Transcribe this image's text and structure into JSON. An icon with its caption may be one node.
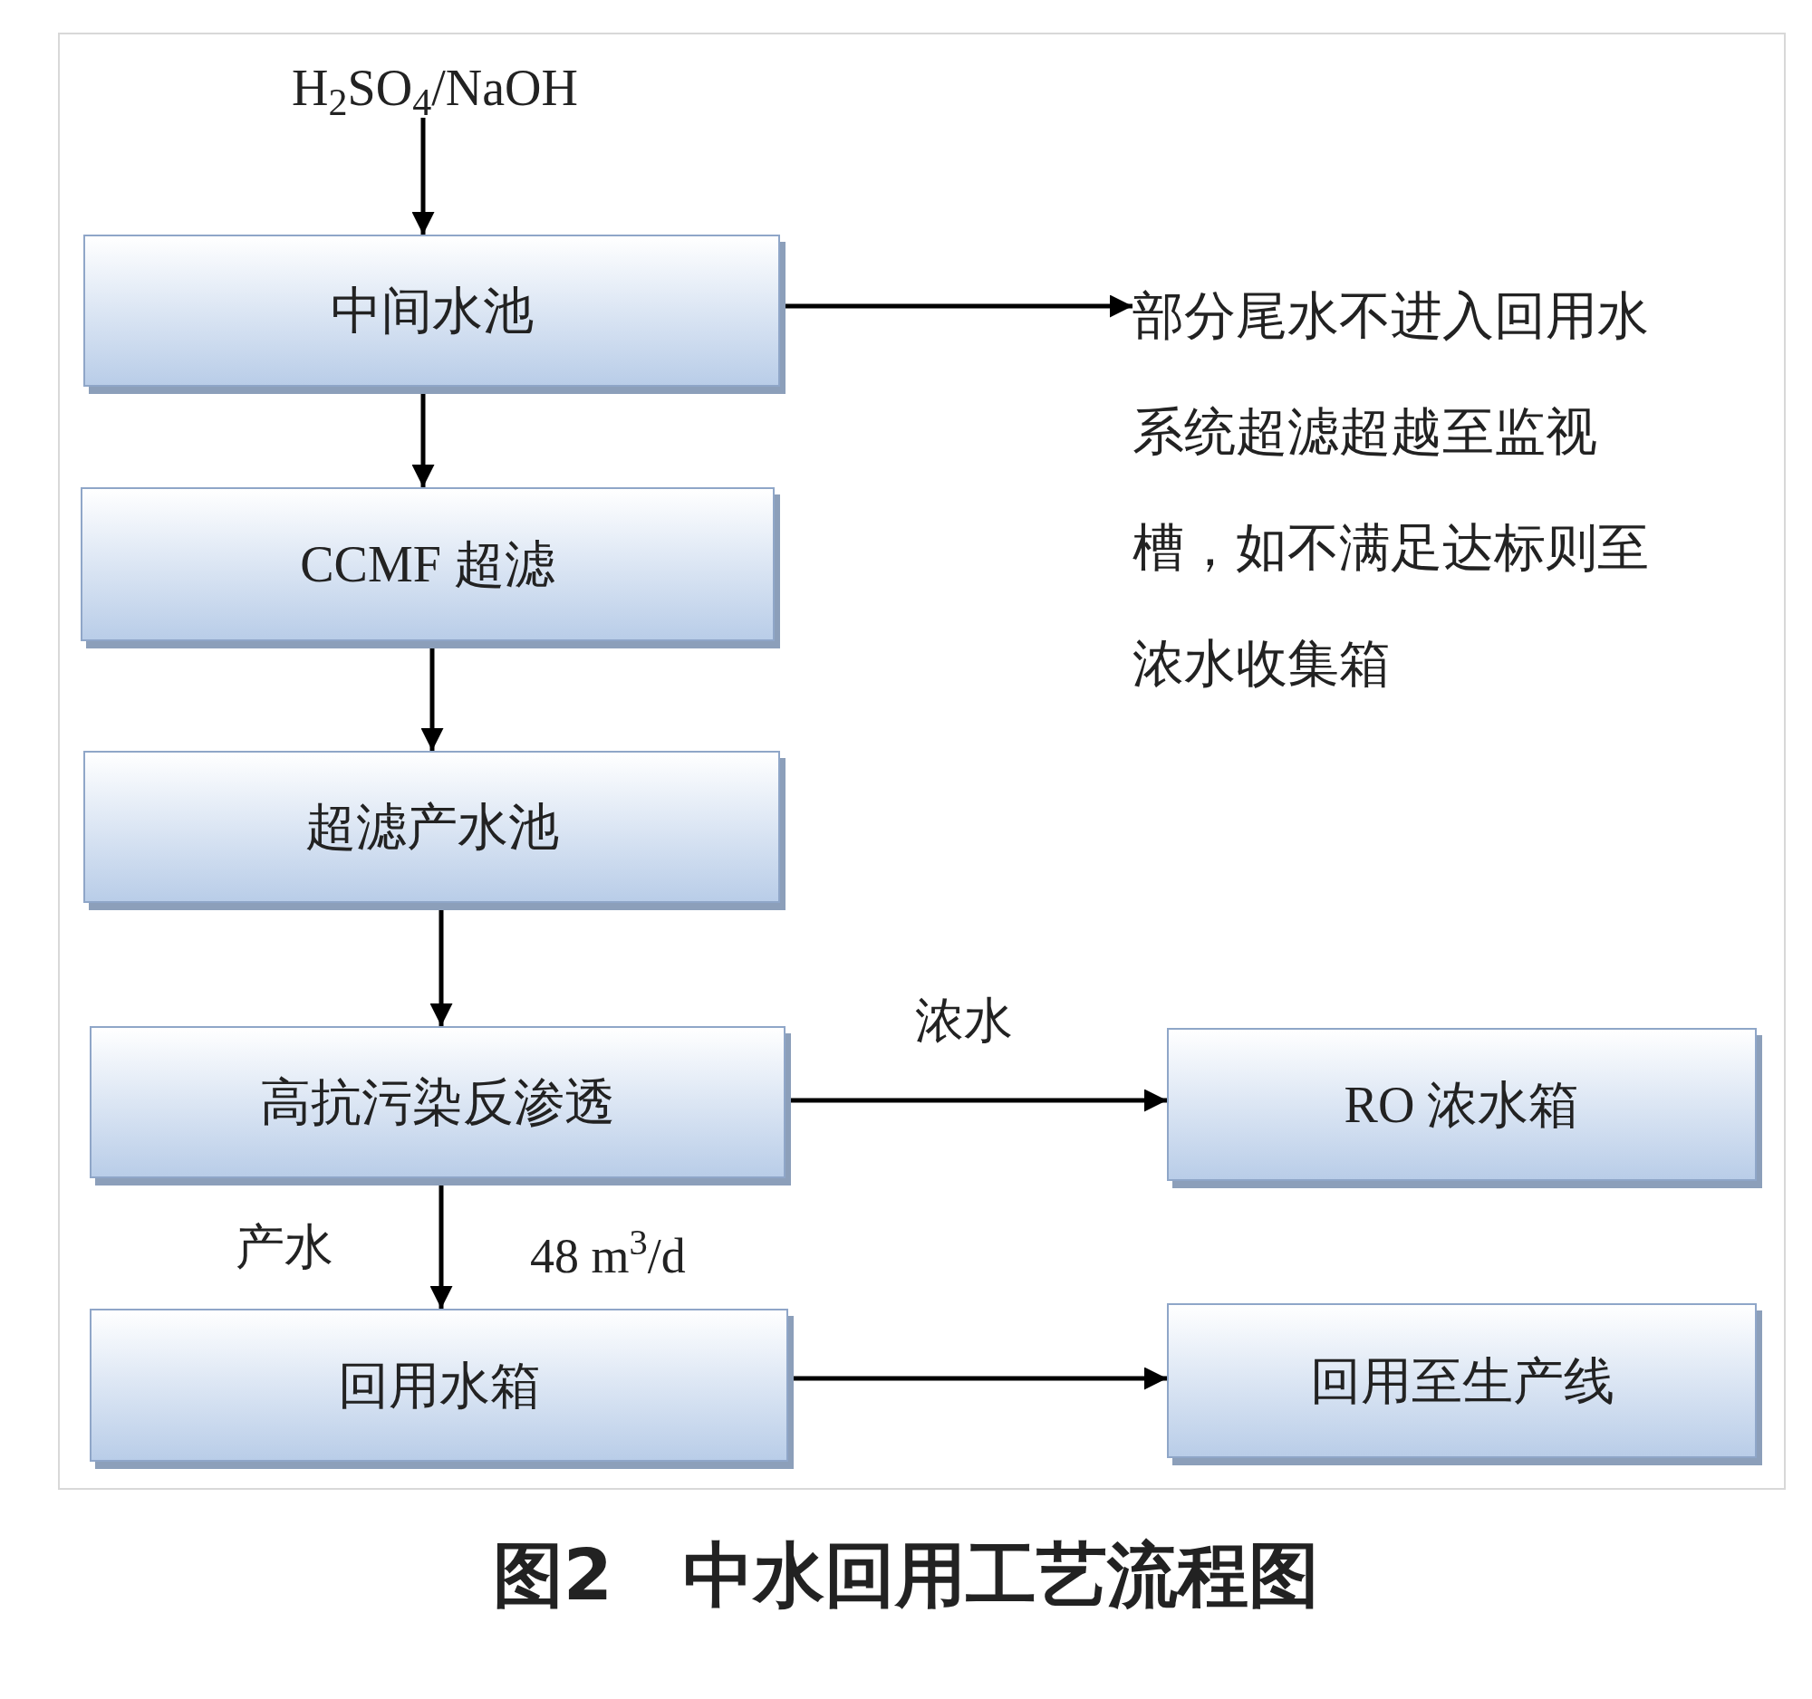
{
  "diagram": {
    "caption": "图2　中水回用工艺流程图",
    "nodes": [
      {
        "text": [
          "H$_{2}$SO$_{4}$/NaOH"
        ]
      },
      {
        "text": [
          "中间水池"
        ]
      },
      {
        "text": [
          "CCMF 超滤"
        ]
      },
      {
        "text": [
          "超滤产水池"
        ]
      },
      {
        "text": [
          "高抗污染反渗透"
        ]
      },
      {
        "text": [
          "回用水箱"
        ]
      },
      {
        "text": [
          "部分尾水不进入回用水系统超滤超越至监视槽，如不满足达标则至浓水收集箱"
        ]
      },
      {
        "text": [
          "RO 浓水箱"
        ]
      },
      {
        "text": [
          "回用至生产线"
        ]
      }
    ],
    "edges": [
      {
        "from": 0,
        "to": 1,
        "arrow": "to"
      },
      {
        "from": 1,
        "to": 2,
        "arrow": "to"
      },
      {
        "from": 2,
        "to": 3,
        "arrow": "to"
      },
      {
        "from": 3,
        "to": 4,
        "arrow": "to"
      },
      {
        "from": 4,
        "to": 5,
        "arrow": "to",
        "label": "产水"
      },
      {
        "from": 1,
        "to": 6,
        "arrow": "to"
      },
      {
        "from": 4,
        "to": 7,
        "arrow": "to",
        "label": "浓水"
      },
      {
        "from": 5,
        "to": 8,
        "arrow": "to"
      }
    ],
    "labels": [
      "48 m$^{3}$/d"
    ]
  }
}
